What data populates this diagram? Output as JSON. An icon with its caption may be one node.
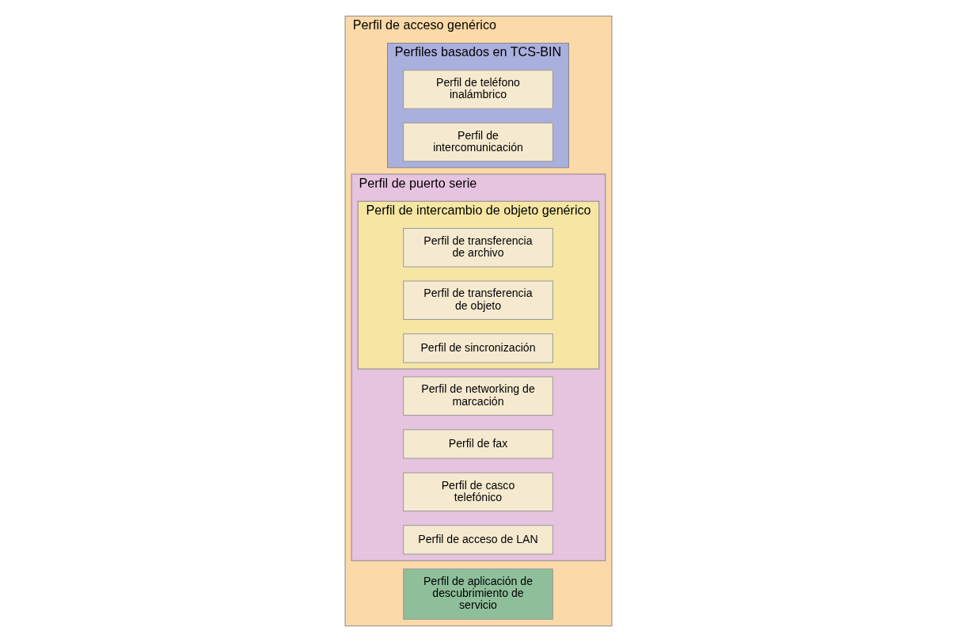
{
  "diagram": {
    "nodes": [
      {
        "text": [
          "Perfil de acceso genérico"
        ]
      },
      {
        "text": [
          "Perfil de aplicación de descubrimiento de servicio"
        ],
        "in": 0
      },
      {
        "text": [
          "Perfiles basados en TCS-BIN"
        ],
        "in": 0
      },
      {
        "text": [
          "Perfil de teléfono inalámbrico"
        ],
        "in": 2
      },
      {
        "text": [
          "Perfil de intercomunicación"
        ],
        "in": 2
      },
      {
        "text": [
          "Perfil de puerto serie"
        ],
        "in": 0
      },
      {
        "text": [
          "Perfil de networking de marcación"
        ],
        "in": 5
      },
      {
        "text": [
          "Perfil de fax"
        ],
        "in": 5
      },
      {
        "text": [
          "Perfil de casco telefónico"
        ],
        "in": 5
      },
      {
        "text": [
          "Perfil de acceso de LAN"
        ],
        "in": 5
      },
      {
        "text": [
          "Perfil de intercambio de objeto genérico"
        ],
        "in": 5
      },
      {
        "text": [
          "Perfil de transferencia de archivo"
        ],
        "in": 10
      },
      {
        "text": [
          "Perfil de transferencia de objeto"
        ],
        "in": 10
      },
      {
        "text": [
          "Perfil de sincronización"
        ],
        "in": 10
      }
    ]
  }
}
